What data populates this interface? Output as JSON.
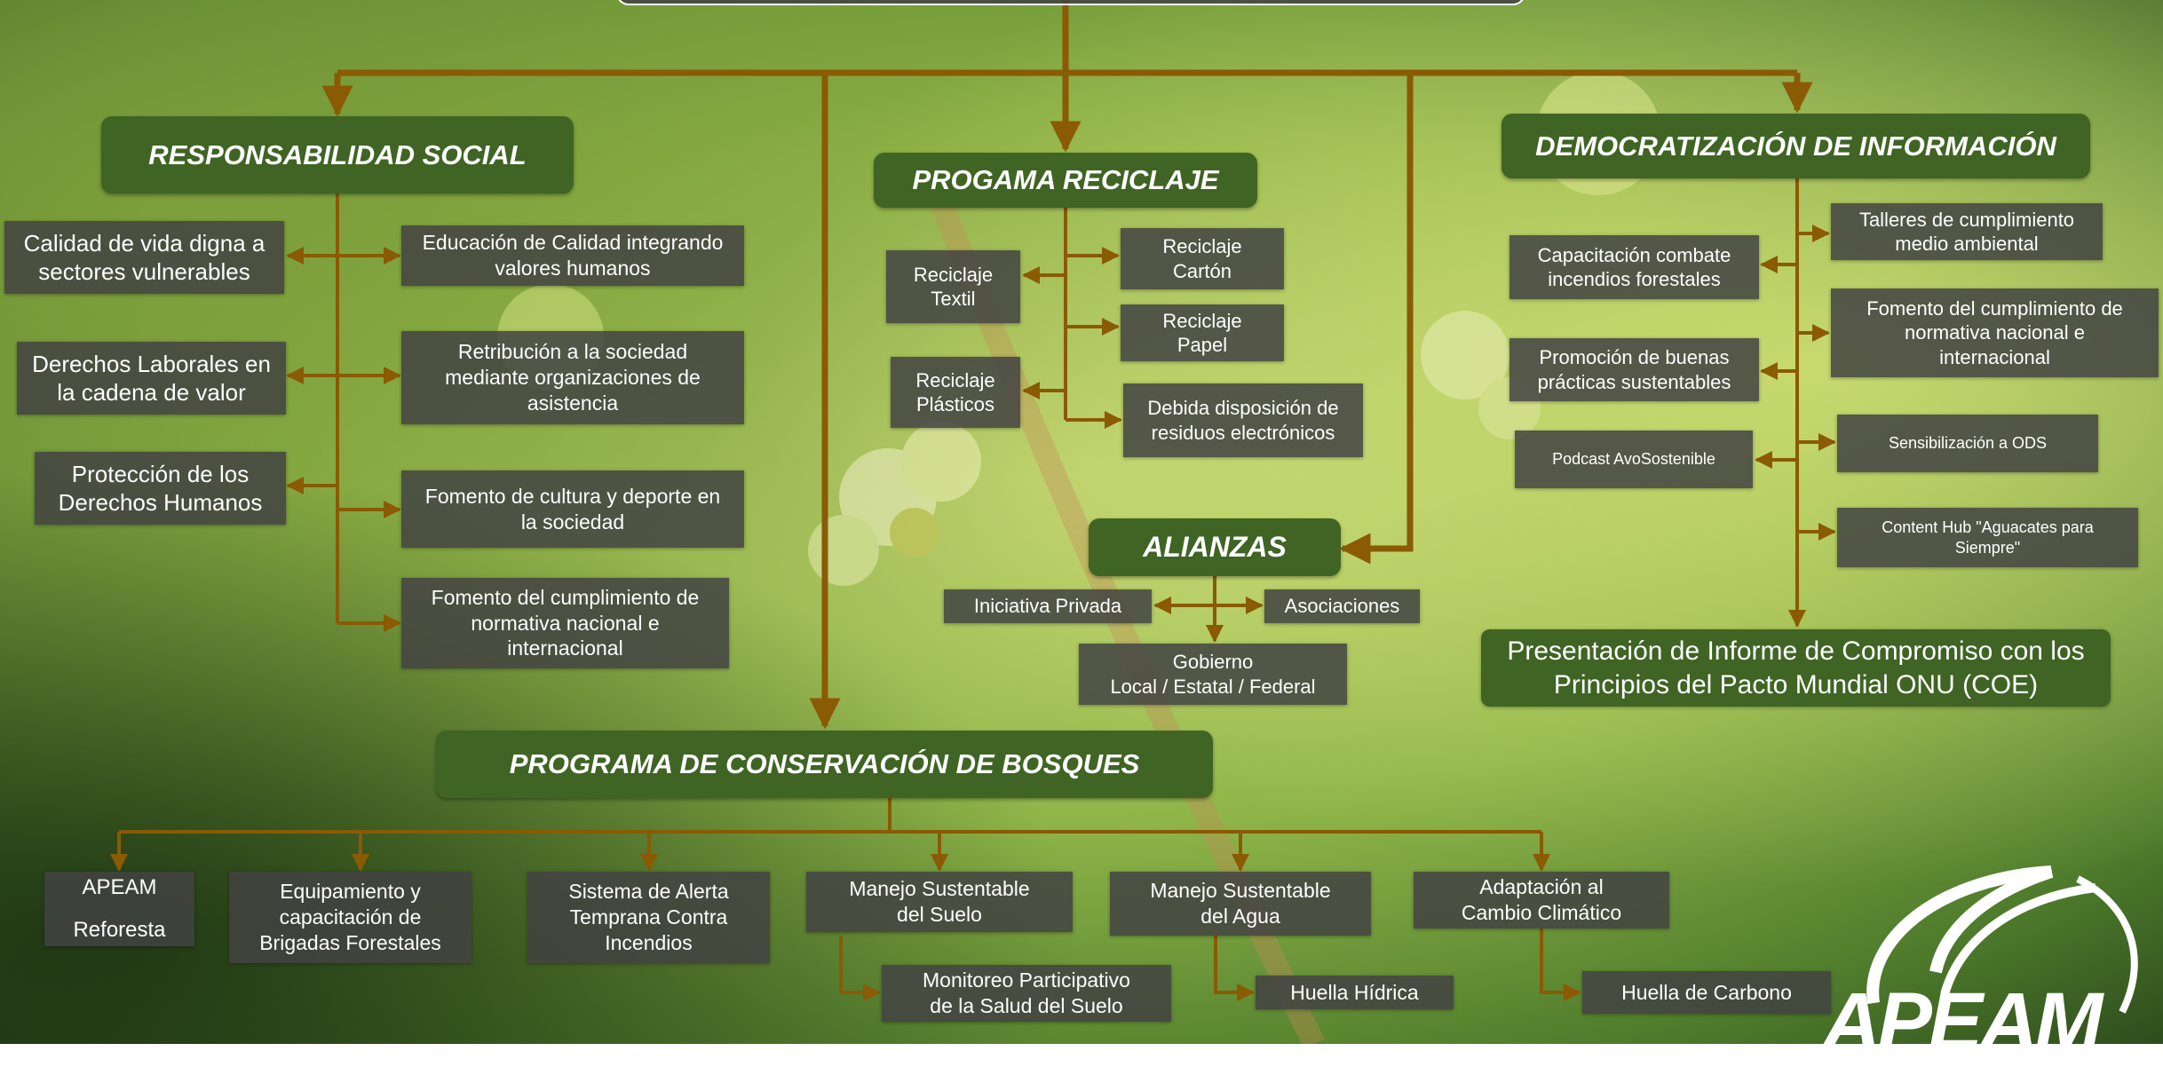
{
  "colors": {
    "connector": "#8a5a05",
    "header_green": "#3f6424",
    "box_gray": "#424242"
  },
  "responsabilidad_social": {
    "title": "RESPONSABILIDAD SOCIAL",
    "left": [
      "Calidad de vida digna a\nsectores vulnerables",
      "Derechos Laborales en\nla cadena de valor",
      "Protección de los\nDerechos Humanos"
    ],
    "right": [
      "Educación de Calidad integrando\nvalores humanos",
      "Retribución a la sociedad\nmediante organizaciones de\nasistencia",
      "Fomento de cultura y deporte en\nla sociedad",
      "Fomento del cumplimiento de\nnormativa nacional e\ninternacional"
    ]
  },
  "reciclaje": {
    "title": "PROGAMA RECICLAJE",
    "left": [
      "Reciclaje\nTextil",
      "Reciclaje\nPlásticos"
    ],
    "right": [
      "Reciclaje\nCartón",
      "Reciclaje\nPapel",
      "Debida disposición de\nresiduos electrónicos"
    ]
  },
  "alianzas": {
    "title": "ALIANZAS",
    "items": [
      "Iniciativa Privada",
      "Asociaciones",
      "Gobierno\nLocal / Estatal / Federal"
    ]
  },
  "democratizacion": {
    "title": "DEMOCRATIZACIÓN DE INFORMACIÓN",
    "left": [
      "Capacitación combate\nincendios forestales",
      "Promoción de buenas\nprácticas sustentables",
      "Podcast AvoSostenible"
    ],
    "right": [
      "Talleres de cumplimiento\nmedio ambiental",
      "Fomento del cumplimiento de\nnormativa nacional e\ninternacional",
      "Sensibilización a ODS",
      "Content Hub \"Aguacates para\nSiempre\""
    ],
    "bottom": "Presentación de Informe de Compromiso con los\nPrincipios del Pacto Mundial ONU (COE)"
  },
  "bosques": {
    "title": "PROGRAMA DE CONSERVACIÓN DE BOSQUES",
    "items": [
      "APEAM\n\nReforesta",
      "Equipamiento y\ncapacitación de\nBrigadas Forestales",
      "Sistema de Alerta\nTemprana Contra\nIncendios",
      "Manejo Sustentable\ndel Suelo",
      "Manejo Sustentable\ndel Agua",
      "Adaptación al\nCambio Climático"
    ],
    "sub": [
      "Monitoreo Participativo\nde la Salud del Suelo",
      "Huella Hídrica",
      "Huella de Carbono"
    ]
  },
  "logo": {
    "text": "APEAM"
  }
}
